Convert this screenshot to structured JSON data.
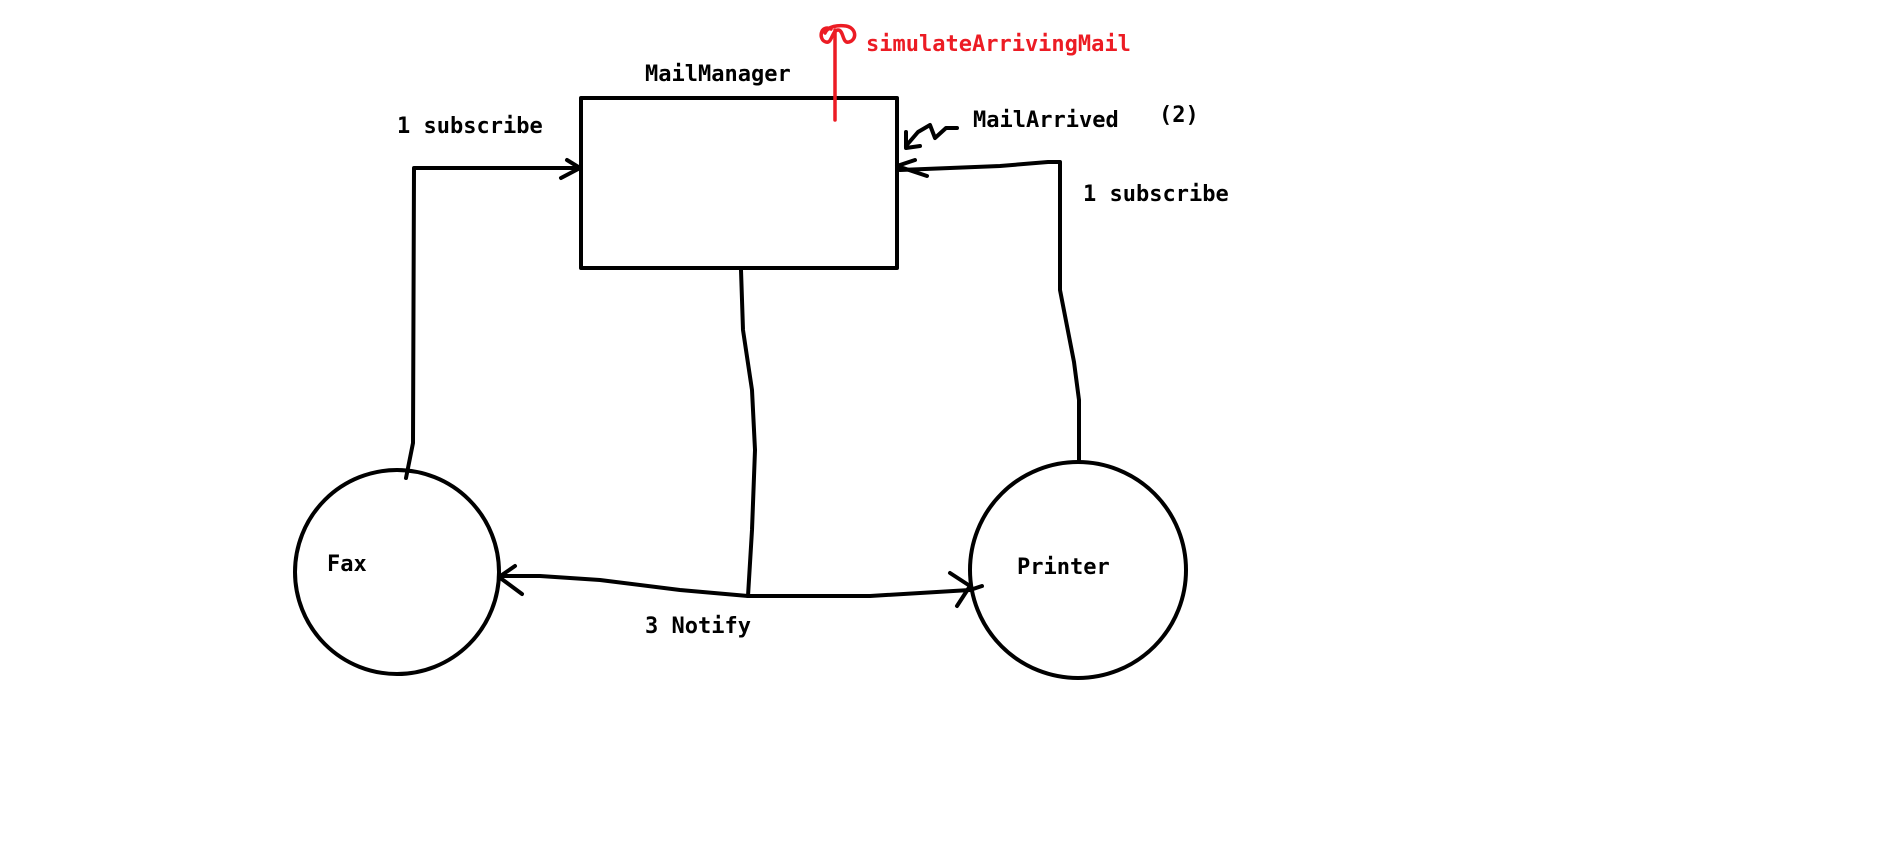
{
  "colors": {
    "ink": "#000000",
    "accent": "#ec1c24",
    "background": "#ffffff"
  },
  "nodes": {
    "mail_manager": {
      "label": "MailManager",
      "shape": "rectangle"
    },
    "fax": {
      "label": "Fax",
      "shape": "circle"
    },
    "printer": {
      "label": "Printer",
      "shape": "circle"
    }
  },
  "edges": {
    "fax_subscribe": {
      "label": "1 subscribe",
      "from": "Fax",
      "to": "MailManager"
    },
    "printer_subscribe": {
      "label": "1 subscribe",
      "from": "Printer",
      "to": "MailManager"
    },
    "notify": {
      "label": "3 Notify",
      "from": "MailManager",
      "to": [
        "Fax",
        "Printer"
      ]
    }
  },
  "events": {
    "mail_arrived": {
      "label": "MailArrived",
      "step": "(2)"
    },
    "simulate": {
      "label": "simulateArrivingMail",
      "icon": "scribble-mark-icon"
    }
  }
}
